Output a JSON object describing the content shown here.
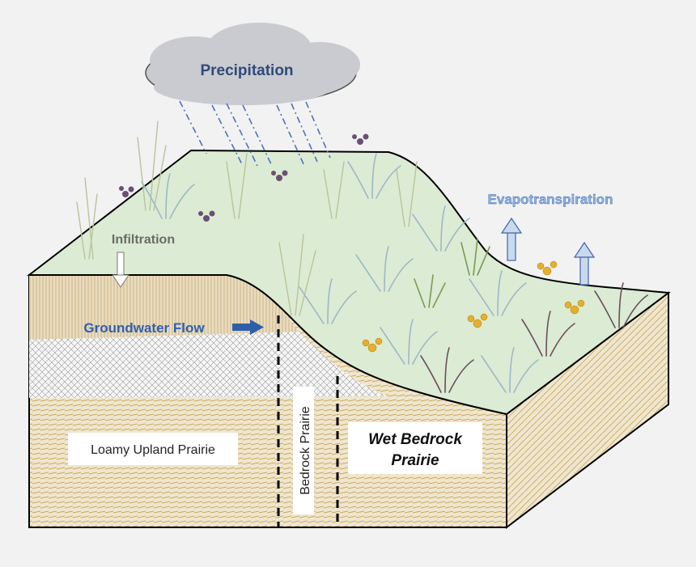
{
  "labels": {
    "precipitation": "Precipitation",
    "infiltration": "Infiltration",
    "groundwater_flow": "Groundwater Flow",
    "evapotranspiration": "Evapotranspiration",
    "loamy_upland_prairie": "Loamy Upland Prairie",
    "bedrock_prairie": "Bedrock Prairie",
    "wet_bedrock_prairie_line1": "Wet Bedrock",
    "wet_bedrock_prairie_line2": "Prairie"
  },
  "colors": {
    "background": "#f2f2f2",
    "surface": "#dcebd3",
    "soil": "#efe6cf",
    "soil_hatch": "#c9a85c",
    "bedrock": "#f3f3f3",
    "cloud": "#c9cbd0",
    "precipitation_text": "#2f4a7a",
    "groundwater_text": "#3060b0",
    "evapotranspiration_text": "#8fb3df",
    "infiltration_text": "#6b6b6b"
  }
}
